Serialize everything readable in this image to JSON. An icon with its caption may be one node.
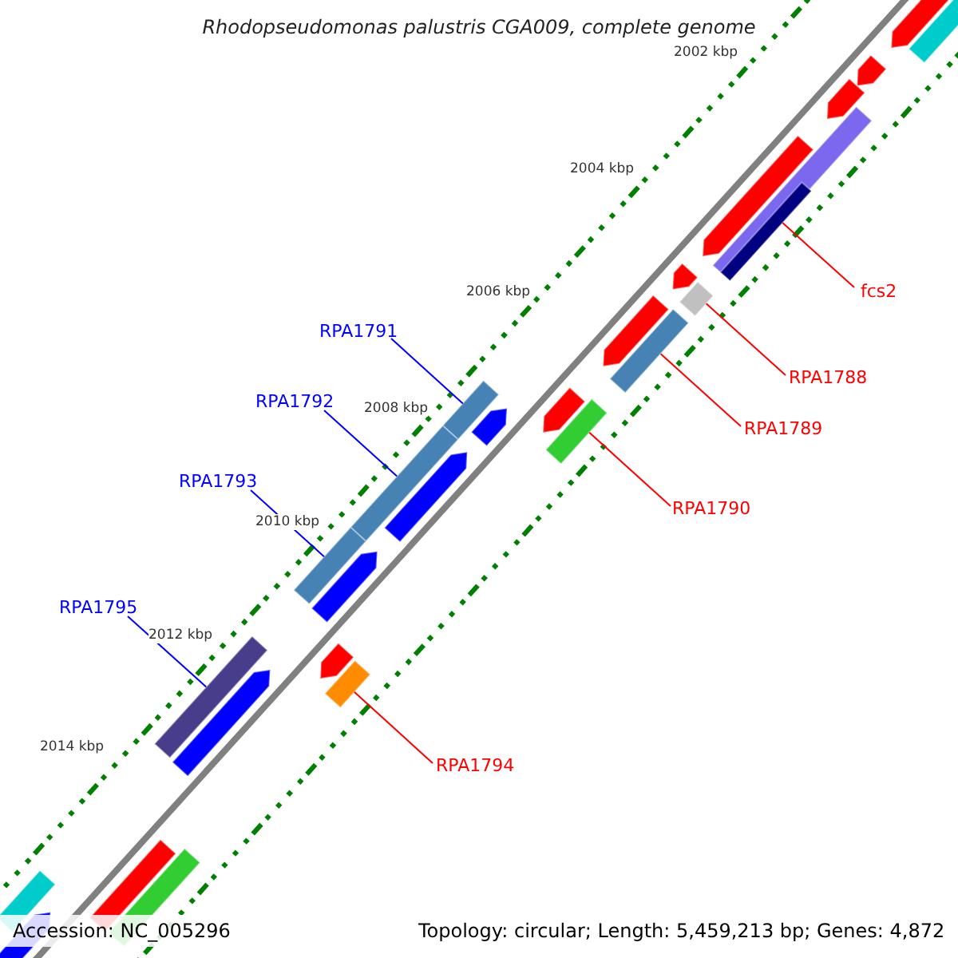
{
  "diagram": {
    "title": "Rhodopseudomonas palustris CGA009, complete genome",
    "nodes": [
      {
        "text": [
          "fcs2"
        ]
      },
      {
        "text": [
          "RPA1791"
        ]
      },
      {
        "text": [
          "RPA1788"
        ]
      },
      {
        "text": [
          "RPA1792"
        ]
      },
      {
        "text": [
          "RPA1789"
        ]
      },
      {
        "text": [
          "RPA1793"
        ]
      },
      {
        "text": [
          "RPA1790"
        ]
      },
      {
        "text": [
          "RPA1795"
        ]
      },
      {
        "text": [
          "RPA1794"
        ]
      },
      {
        "text": [],
        "shape": "bar"
      },
      {
        "text": [],
        "shape": "bar"
      },
      {
        "text": [],
        "shape": "bar"
      },
      {
        "text": [],
        "shape": "bar"
      },
      {
        "text": [],
        "shape": "bar"
      },
      {
        "text": [],
        "shape": "bar"
      },
      {
        "text": [],
        "shape": "bar"
      },
      {
        "text": [],
        "shape": "bar"
      },
      {
        "text": [],
        "shape": "bar"
      }
    ],
    "edges": [
      {
        "from": 0,
        "to": 9,
        "arrow": "none"
      },
      {
        "from": 1,
        "to": 10,
        "arrow": "none",
        "color": "#0000ff"
      },
      {
        "from": 2,
        "to": 11,
        "arrow": "none"
      },
      {
        "from": 3,
        "to": 12,
        "arrow": "none",
        "color": "#0000ff"
      },
      {
        "from": 4,
        "to": 13,
        "arrow": "none"
      },
      {
        "from": 5,
        "to": 14,
        "arrow": "none",
        "color": "#0000ff"
      },
      {
        "from": 6,
        "to": 15,
        "arrow": "none"
      },
      {
        "from": 7,
        "to": 16,
        "arrow": "none",
        "color": "#0000ff"
      },
      {
        "from": 8,
        "to": 17,
        "arrow": "none"
      }
    ],
    "labels": [
      "2002 kbp",
      "2004 kbp",
      "2006 kbp",
      "2008 kbp",
      "2010 kbp",
      "2012 kbp",
      "2014 kbp",
      "Accession: NC_005296",
      "Topology: circular; Length: 5,459,213 bp; Genes: 4,872"
    ]
  }
}
